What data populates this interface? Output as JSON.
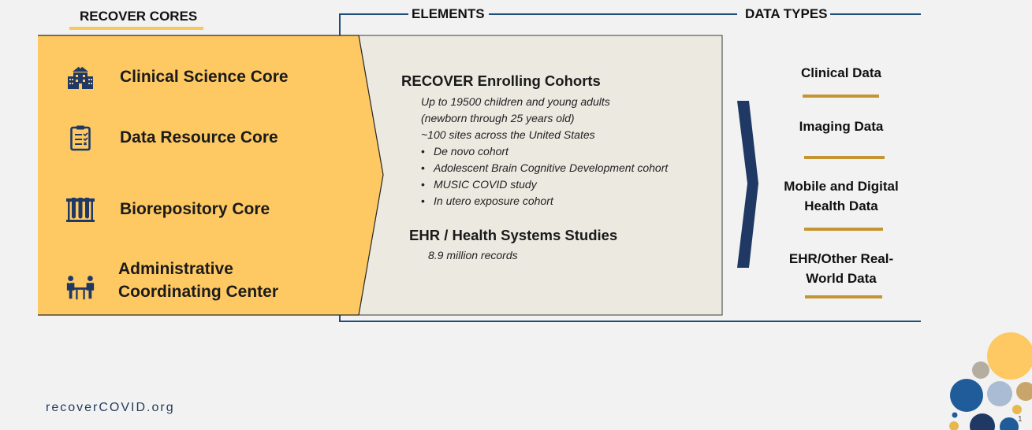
{
  "headers": {
    "cores": "RECOVER CORES",
    "elements": "ELEMENTS",
    "data_types": "DATA TYPES"
  },
  "cores": [
    {
      "label_line1": "Clinical Science Core",
      "label_line2": "",
      "icon": "hospital-building-icon"
    },
    {
      "label_line1": "Data Resource Core",
      "label_line2": "",
      "icon": "clipboard-checklist-icon"
    },
    {
      "label_line1": "Biorepository Core",
      "label_line2": "",
      "icon": "test-tubes-rack-icon"
    },
    {
      "label_line1": "Administrative",
      "label_line2": "Coordinating Center",
      "icon": "people-at-table-icon"
    }
  ],
  "elements": {
    "enrolling_title": "RECOVER Enrolling Cohorts",
    "enrolling_lines": [
      "Up to 19500 children and young adults",
      "(newborn through 25 years old)",
      "~100 sites across the United States"
    ],
    "enrolling_bullets": [
      "De novo cohort",
      "Adolescent Brain Cognitive Development cohort",
      "MUSIC COVID study",
      "In utero exposure cohort"
    ],
    "ehr_title": "EHR / Health Systems Studies",
    "ehr_line": "8.9 million records"
  },
  "data_types": [
    {
      "line1": "Clinical Data",
      "line2": ""
    },
    {
      "line1": "Imaging Data",
      "line2": ""
    },
    {
      "line1": "Mobile and Digital",
      "line2": "Health Data"
    },
    {
      "line1": "EHR/Other Real-",
      "line2": "World Data"
    }
  ],
  "footer": {
    "url": "recoverCOVID.org",
    "page": "1"
  },
  "colors": {
    "cores_fill": "#fec963",
    "elements_fill": "#ece9e1",
    "navy": "#1f3864",
    "line_blue": "#1f4e79",
    "gold_bar": "#c59533",
    "underline": "#f7c85a"
  }
}
